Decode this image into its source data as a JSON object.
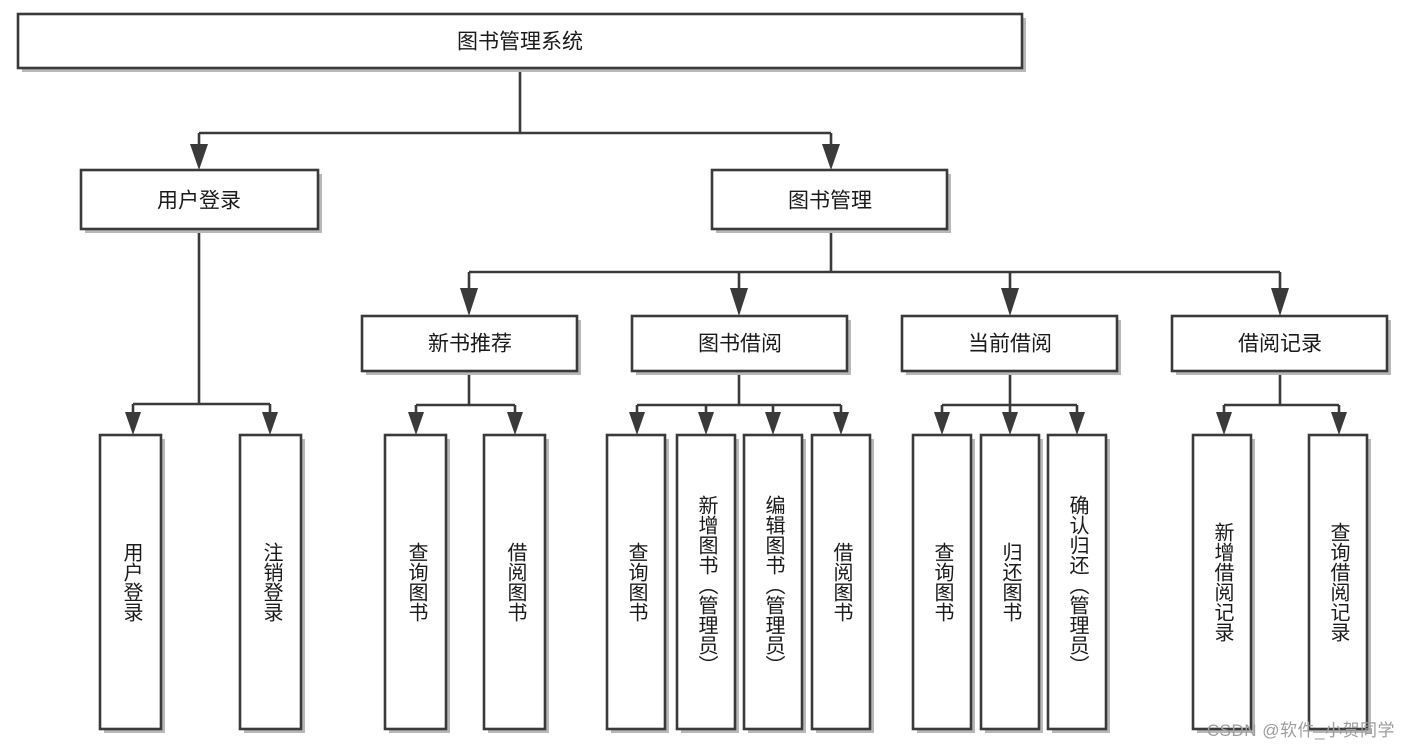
{
  "diagram": {
    "type": "tree",
    "title": "图书管理系统",
    "watermark": "CSDN @软件_小贺同学",
    "colors": {
      "box_stroke": "#3a3a3a",
      "box_fill": "#ffffff",
      "box_shadow": "#b8b8b8",
      "text": "#1a1a1a",
      "background": "#ffffff",
      "watermark": "#9d9d9d"
    },
    "root": {
      "label": "图书管理系统"
    },
    "level2": [
      {
        "label": "用户登录"
      },
      {
        "label": "图书管理"
      }
    ],
    "level3": [
      {
        "label": "新书推荐"
      },
      {
        "label": "图书借阅"
      },
      {
        "label": "当前借阅"
      },
      {
        "label": "借阅记录"
      }
    ],
    "leaves": {
      "user_login": [
        {
          "label": "用户登录"
        },
        {
          "label": "注销登录"
        }
      ],
      "new_book_recommend": [
        {
          "label": "查询图书"
        },
        {
          "label": "借阅图书"
        }
      ],
      "book_borrow": [
        {
          "label": "查询图书"
        },
        {
          "label": "新增图书（管理员）"
        },
        {
          "label": "编辑图书（管理员）"
        },
        {
          "label": "借阅图书"
        }
      ],
      "current_borrow": [
        {
          "label": "查询图书"
        },
        {
          "label": "归还图书"
        },
        {
          "label": "确认归还（管理员）"
        }
      ],
      "borrow_record": [
        {
          "label": "新增借阅记录"
        },
        {
          "label": "查询借阅记录"
        }
      ]
    }
  }
}
